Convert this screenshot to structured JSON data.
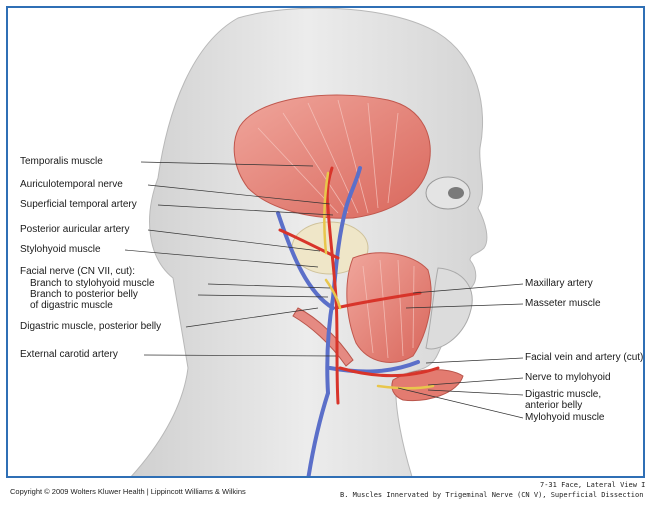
{
  "figure": {
    "labels_left": {
      "temporalis": "Temporalis muscle",
      "auriculotemporal": "Auriculotemporal nerve",
      "superficial_temporal": "Superficial temporal artery",
      "posterior_auricular": "Posterior auricular artery",
      "stylohyoid": "Stylohyoid muscle",
      "facial_nerve": "Facial nerve (CN VII, cut):",
      "branch_stylohyoid": "Branch to stylohyoid muscle",
      "branch_posterior_belly": "Branch to posterior belly",
      "branch_posterior_belly_2": "of digastric muscle",
      "digastric_posterior": "Digastric muscle, posterior belly",
      "external_carotid": "External carotid artery"
    },
    "labels_right": {
      "maxillary": "Maxillary artery",
      "masseter": "Masseter muscle",
      "facial_vein": "Facial vein and artery (cut)",
      "nerve_mylohyoid": "Nerve to mylohyoid",
      "digastric_anterior": "Digastric muscle,",
      "digastric_anterior_2": "anterior belly",
      "mylohyoid": "Mylohyoid muscle"
    },
    "colors": {
      "frame": "#2f6fb5",
      "muscle": "#e58a82",
      "artery": "#d8342a",
      "vein": "#5b6fc9",
      "nerve": "#e8c64c",
      "skin": "#d9d9d9",
      "bone": "#efe6c8"
    }
  },
  "footer": {
    "copyright": "Copyright © 2009 Wolters Kluwer Health | Lippincott Williams & Wilkins",
    "figure_ref": "7-31 Face, Lateral View I",
    "caption": "B. Muscles Innervated by Trigeminal Nerve (CN V), Superficial Dissection"
  }
}
